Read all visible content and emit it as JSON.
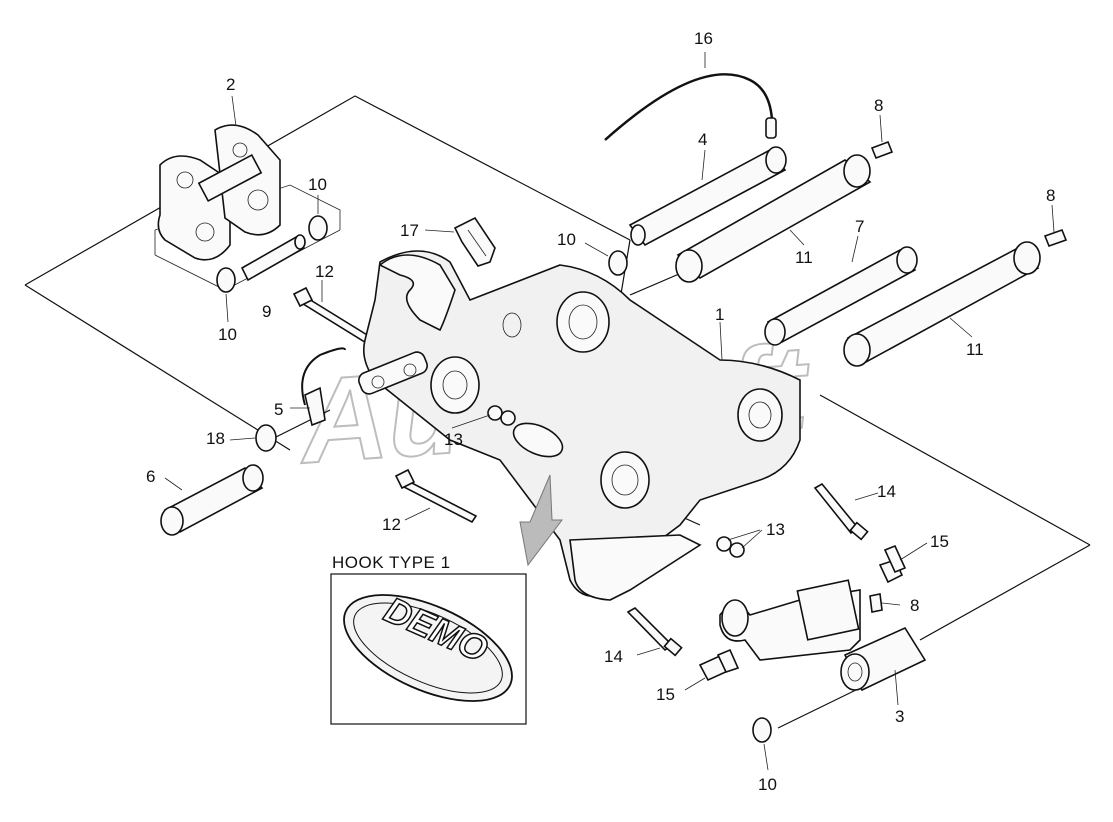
{
  "watermark": "AutoSoft",
  "inset": {
    "title": "HOOK TYPE 1",
    "logo_text": "DEMO"
  },
  "callouts": {
    "c1": "1",
    "c2": "2",
    "c3": "3",
    "c4": "4",
    "c5": "5",
    "c6": "6",
    "c7": "7",
    "c8a": "8",
    "c8b": "8",
    "c8c": "8",
    "c9": "9",
    "c10a": "10",
    "c10b": "10",
    "c10c": "10",
    "c10d": "10",
    "c11a": "11",
    "c11b": "11",
    "c12a": "12",
    "c12b": "12",
    "c13a": "13",
    "c13b": "13",
    "c14a": "14",
    "c14b": "14",
    "c15a": "15",
    "c15b": "15",
    "c16": "16",
    "c17": "17",
    "c18": "18"
  }
}
